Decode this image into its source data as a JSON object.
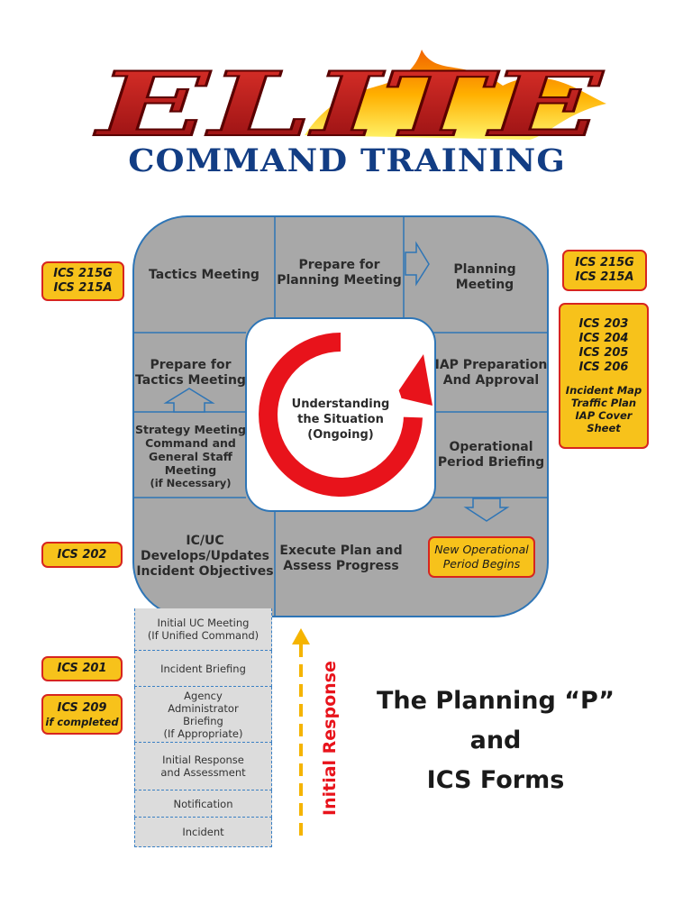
{
  "logo": {
    "main": "ELITE",
    "sub": "COMMAND TRAINING"
  },
  "cells": {
    "tactics_meeting": "Tactics Meeting",
    "prepare_planning": "Prepare for Planning Meeting",
    "planning_meeting": "Planning Meeting",
    "prepare_tactics": "Prepare for Tactics Meeting",
    "iap_preparation": "IAP Preparation And Approval",
    "strategy_meeting": "Strategy Meeting Command and General Staff Meeting",
    "strategy_note": "(if Necessary)",
    "operational_briefing": "Operational Period Briefing",
    "ic_uc": "IC/UC Develops/Updates Incident Objectives",
    "execute_plan": "Execute Plan and Assess Progress",
    "new_period": "New Operational Period Begins",
    "center_text": "Understanding the Situation",
    "center_note": "(Ongoing)"
  },
  "initial_steps": [
    {
      "label": "Initial UC Meeting",
      "note": "(If Unified Command)"
    },
    {
      "label": "Incident Briefing",
      "note": ""
    },
    {
      "label": "Agency Administrator Briefing",
      "note": "(If Appropriate)"
    },
    {
      "label": "Initial Response and Assessment",
      "note": ""
    },
    {
      "label": "Notification",
      "note": ""
    },
    {
      "label": "Incident",
      "note": ""
    }
  ],
  "initial_response_label": "Initial Response",
  "forms": {
    "left_tactics": [
      "ICS 215G",
      "ICS 215A"
    ],
    "right_planning": [
      "ICS 215G",
      "ICS 215A"
    ],
    "right_iap": [
      "ICS 203",
      "ICS 204",
      "ICS 205",
      "ICS 206"
    ],
    "right_iap_extra": [
      "Incident Map",
      "Traffic Plan",
      "IAP Cover Sheet"
    ],
    "left_objectives": "ICS 202",
    "left_briefing": "ICS 201",
    "left_admin": "ICS 209",
    "left_admin_note": "if completed"
  },
  "title": {
    "line1": "The Planning “P”",
    "line2": "and",
    "line3": "ICS Forms"
  },
  "colors": {
    "cell_gray": "#a8a8a8",
    "border_blue": "#2e75b6",
    "tag_yellow": "#f7c21b",
    "tag_red": "#d7251f",
    "arrow_red": "#e8131b",
    "dash_yellow": "#f5b400",
    "logo_navy": "#123d84"
  }
}
